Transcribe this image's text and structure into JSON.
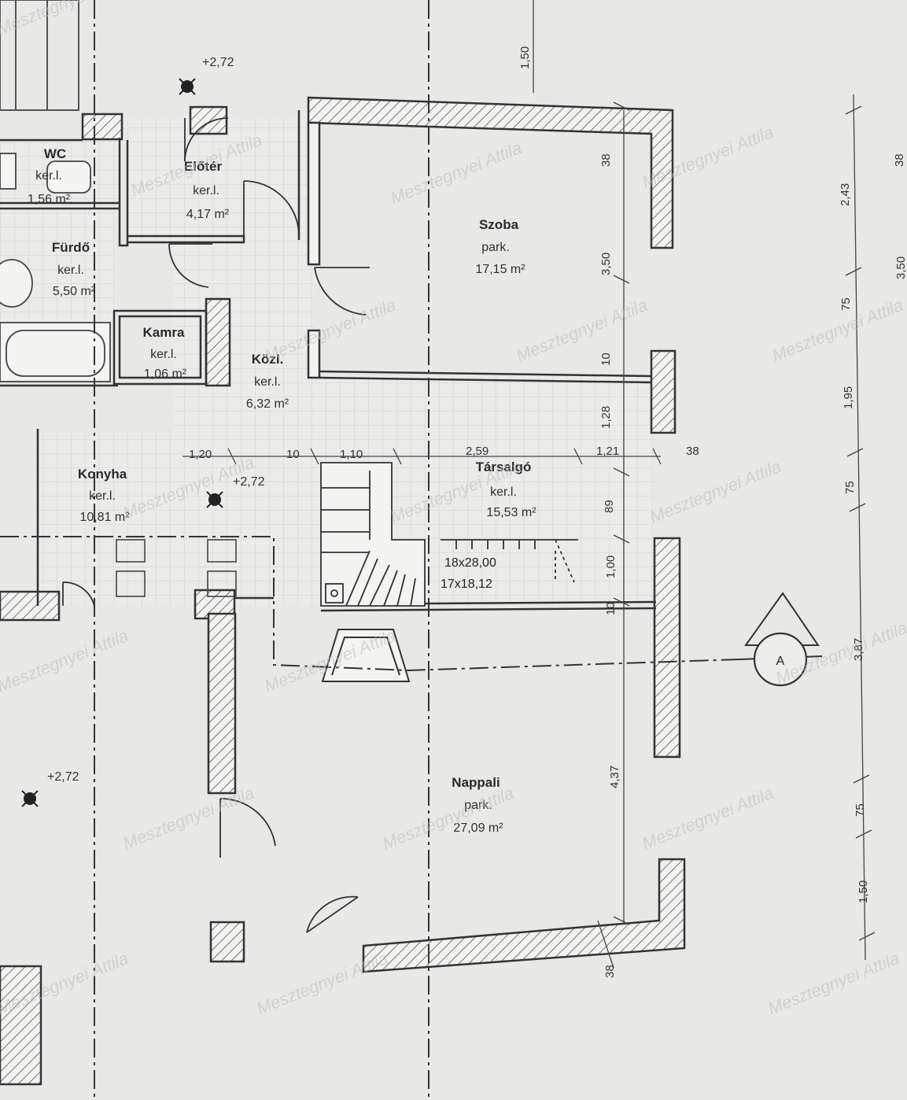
{
  "rooms": {
    "wc": {
      "name": "WC",
      "floor": "ker.l.",
      "area": "1,56 m²"
    },
    "eloter": {
      "name": "Előtér",
      "floor": "ker.l.",
      "area": "4,17 m²"
    },
    "furdo": {
      "name": "Fürdő",
      "floor": "ker.l.",
      "area": "5,50 m²"
    },
    "kamra": {
      "name": "Kamra",
      "floor": "ker.l.",
      "area": "1,06 m²"
    },
    "kozl": {
      "name": "Közl.",
      "floor": "ker.l.",
      "area": "6,32 m²"
    },
    "konyha": {
      "name": "Konyha",
      "floor": "ker.l.",
      "area": "10,81 m²"
    },
    "szoba": {
      "name": "Szoba",
      "floor": "park.",
      "area": "17,15 m²"
    },
    "tarsalgo": {
      "name": "Társalgó",
      "floor": "ker.l.",
      "area": "15,53 m²"
    },
    "nappali": {
      "name": "Nappali",
      "floor": "park.",
      "area": "27,09 m²"
    }
  },
  "levels": {
    "top": "+2,72",
    "kitchen": "+2,72",
    "left": "+2,72"
  },
  "stairs": {
    "line1": "18x28,00",
    "line2": "17x18,12"
  },
  "section_marker": "A",
  "dimensions": {
    "top_150": "1,50",
    "horizontal": [
      "1,20",
      "10",
      "1,10",
      "2,59",
      "1,21",
      "38"
    ],
    "inner_vertical": [
      "38",
      "3,50",
      "10",
      "1,28",
      "89",
      "1,00",
      "10",
      "4,37"
    ],
    "bottom_38": "38",
    "right_chain": [
      "2,43",
      "75",
      "1,95",
      "75",
      "3,87",
      "75",
      "1,50"
    ],
    "far_right": [
      "38",
      "3,50"
    ]
  },
  "watermark": "Mesztegnyei Attila"
}
